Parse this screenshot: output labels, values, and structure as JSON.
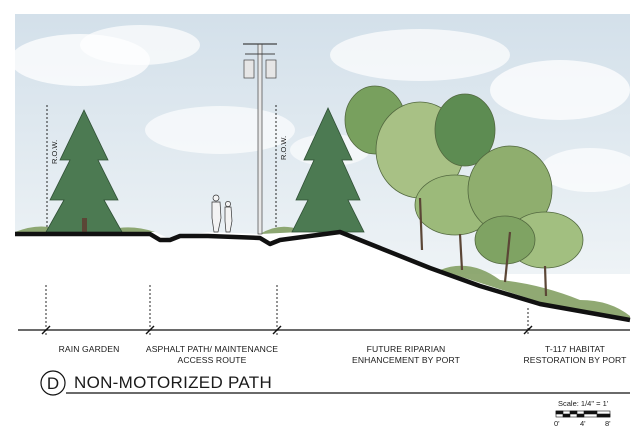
{
  "section": {
    "marker": "D",
    "title": "NON-MOTORIZED PATH"
  },
  "row_labels": [
    "R.O.W.",
    "R.O.W."
  ],
  "zones": [
    {
      "lines": [
        "RAIN GARDEN"
      ]
    },
    {
      "lines": [
        "ASPHALT PATH/ MAINTENANCE",
        "ACCESS ROUTE"
      ]
    },
    {
      "lines": [
        "FUTURE RIPARIAN",
        "ENHANCEMENT BY PORT"
      ]
    },
    {
      "lines": [
        "T-117 HABITAT",
        "RESTORATION BY PORT"
      ]
    }
  ],
  "scale": {
    "label": "Scale: 1/4\" = 1'",
    "ticks": [
      "0'",
      "4'",
      "8'"
    ]
  },
  "colors": {
    "sky": "#dfe8ef",
    "conifer": "#4c7a52",
    "deciduous": "#8fae6e",
    "grass": "#7c9a5b",
    "ground": "#111111"
  }
}
